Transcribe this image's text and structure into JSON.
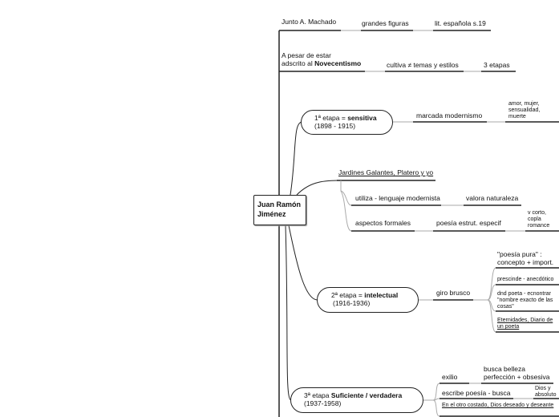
{
  "center": {
    "line1": "Juan Ramón",
    "line2": "Jiménez"
  },
  "branch1": {
    "topic": "Junto A. Machado",
    "children": [
      "grandes figuras",
      "lit. española s.19"
    ]
  },
  "branch2": {
    "line1": "A pesar de estar",
    "line2_prefix": "adscrito al ",
    "line2_bold": "Novecentismo",
    "children": [
      "cultiva ≠ temas y estilos",
      "3 etapas"
    ]
  },
  "stage1": {
    "prefix": "1ª etapa = ",
    "bold": "sensitiva",
    "dates": "(1898 - 1915)",
    "child": "marcada modernismo",
    "grandchild_line1": "amor, mujer,",
    "grandchild_line2": "sensualidad, muerte"
  },
  "works1": {
    "title": "Jardines Galantes, Platero y yo",
    "rows": [
      [
        "utiliza - lenguaje modernista",
        "valora naturaleza"
      ],
      [
        "aspectos formales",
        "poesía estrut. especif",
        "v corto, copla",
        "romance"
      ]
    ]
  },
  "stage2": {
    "prefix": "2ª etapa = ",
    "bold": "intelectual",
    "dates": "(1916-1936)",
    "child": "giro brusco",
    "children": [
      "\"poesía pura\" :",
      "concepto + import.",
      "prescinde - anecdótico",
      "dnd poeta - ecnontrar",
      "\"nombre exacto de las cosas\"",
      "Eternidades, Diario de un poeta"
    ]
  },
  "stage3": {
    "prefix": "3ª etapa ",
    "bold": "Suficiente / verdadera",
    "dates": "(1937-1958)",
    "children": [
      "exilio",
      "busca belleza",
      "perfección + obsesiva",
      "escribe poesía - busca",
      "Dios y absoluto",
      "En el otro costado, Dios deseado y deseante"
    ]
  },
  "colors": {
    "line": "#222222",
    "connector": "#aaaaaa"
  }
}
